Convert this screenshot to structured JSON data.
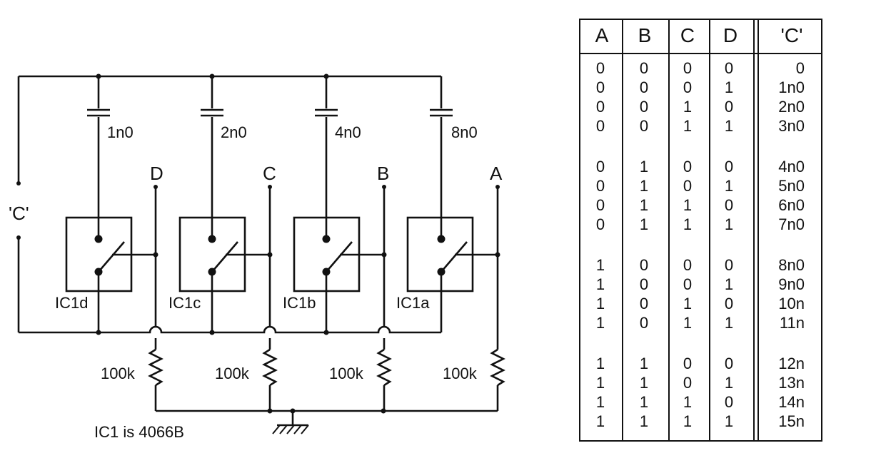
{
  "schematic": {
    "capacitors": [
      "1n0",
      "2n0",
      "4n0",
      "8n0"
    ],
    "control_inputs": [
      "D",
      "C",
      "B",
      "A"
    ],
    "switches": [
      "IC1d",
      "IC1c",
      "IC1b",
      "IC1a"
    ],
    "resistors": [
      "100k",
      "100k",
      "100k",
      "100k"
    ],
    "terminal_label": "'C'",
    "note": "IC1 is 4066B"
  },
  "truth_table": {
    "headers": [
      "A",
      "B",
      "C",
      "D",
      "'C'"
    ],
    "rows": [
      [
        "0",
        "0",
        "0",
        "0",
        "0"
      ],
      [
        "0",
        "0",
        "0",
        "1",
        "1n0"
      ],
      [
        "0",
        "0",
        "1",
        "0",
        "2n0"
      ],
      [
        "0",
        "0",
        "1",
        "1",
        "3n0"
      ],
      [
        "0",
        "1",
        "0",
        "0",
        "4n0"
      ],
      [
        "0",
        "1",
        "0",
        "1",
        "5n0"
      ],
      [
        "0",
        "1",
        "1",
        "0",
        "6n0"
      ],
      [
        "0",
        "1",
        "1",
        "1",
        "7n0"
      ],
      [
        "1",
        "0",
        "0",
        "0",
        "8n0"
      ],
      [
        "1",
        "0",
        "0",
        "1",
        "9n0"
      ],
      [
        "1",
        "0",
        "1",
        "0",
        "10n"
      ],
      [
        "1",
        "0",
        "1",
        "1",
        "11n"
      ],
      [
        "1",
        "1",
        "0",
        "0",
        "12n"
      ],
      [
        "1",
        "1",
        "0",
        "1",
        "13n"
      ],
      [
        "1",
        "1",
        "1",
        "0",
        "14n"
      ],
      [
        "1",
        "1",
        "1",
        "1",
        "15n"
      ]
    ]
  }
}
